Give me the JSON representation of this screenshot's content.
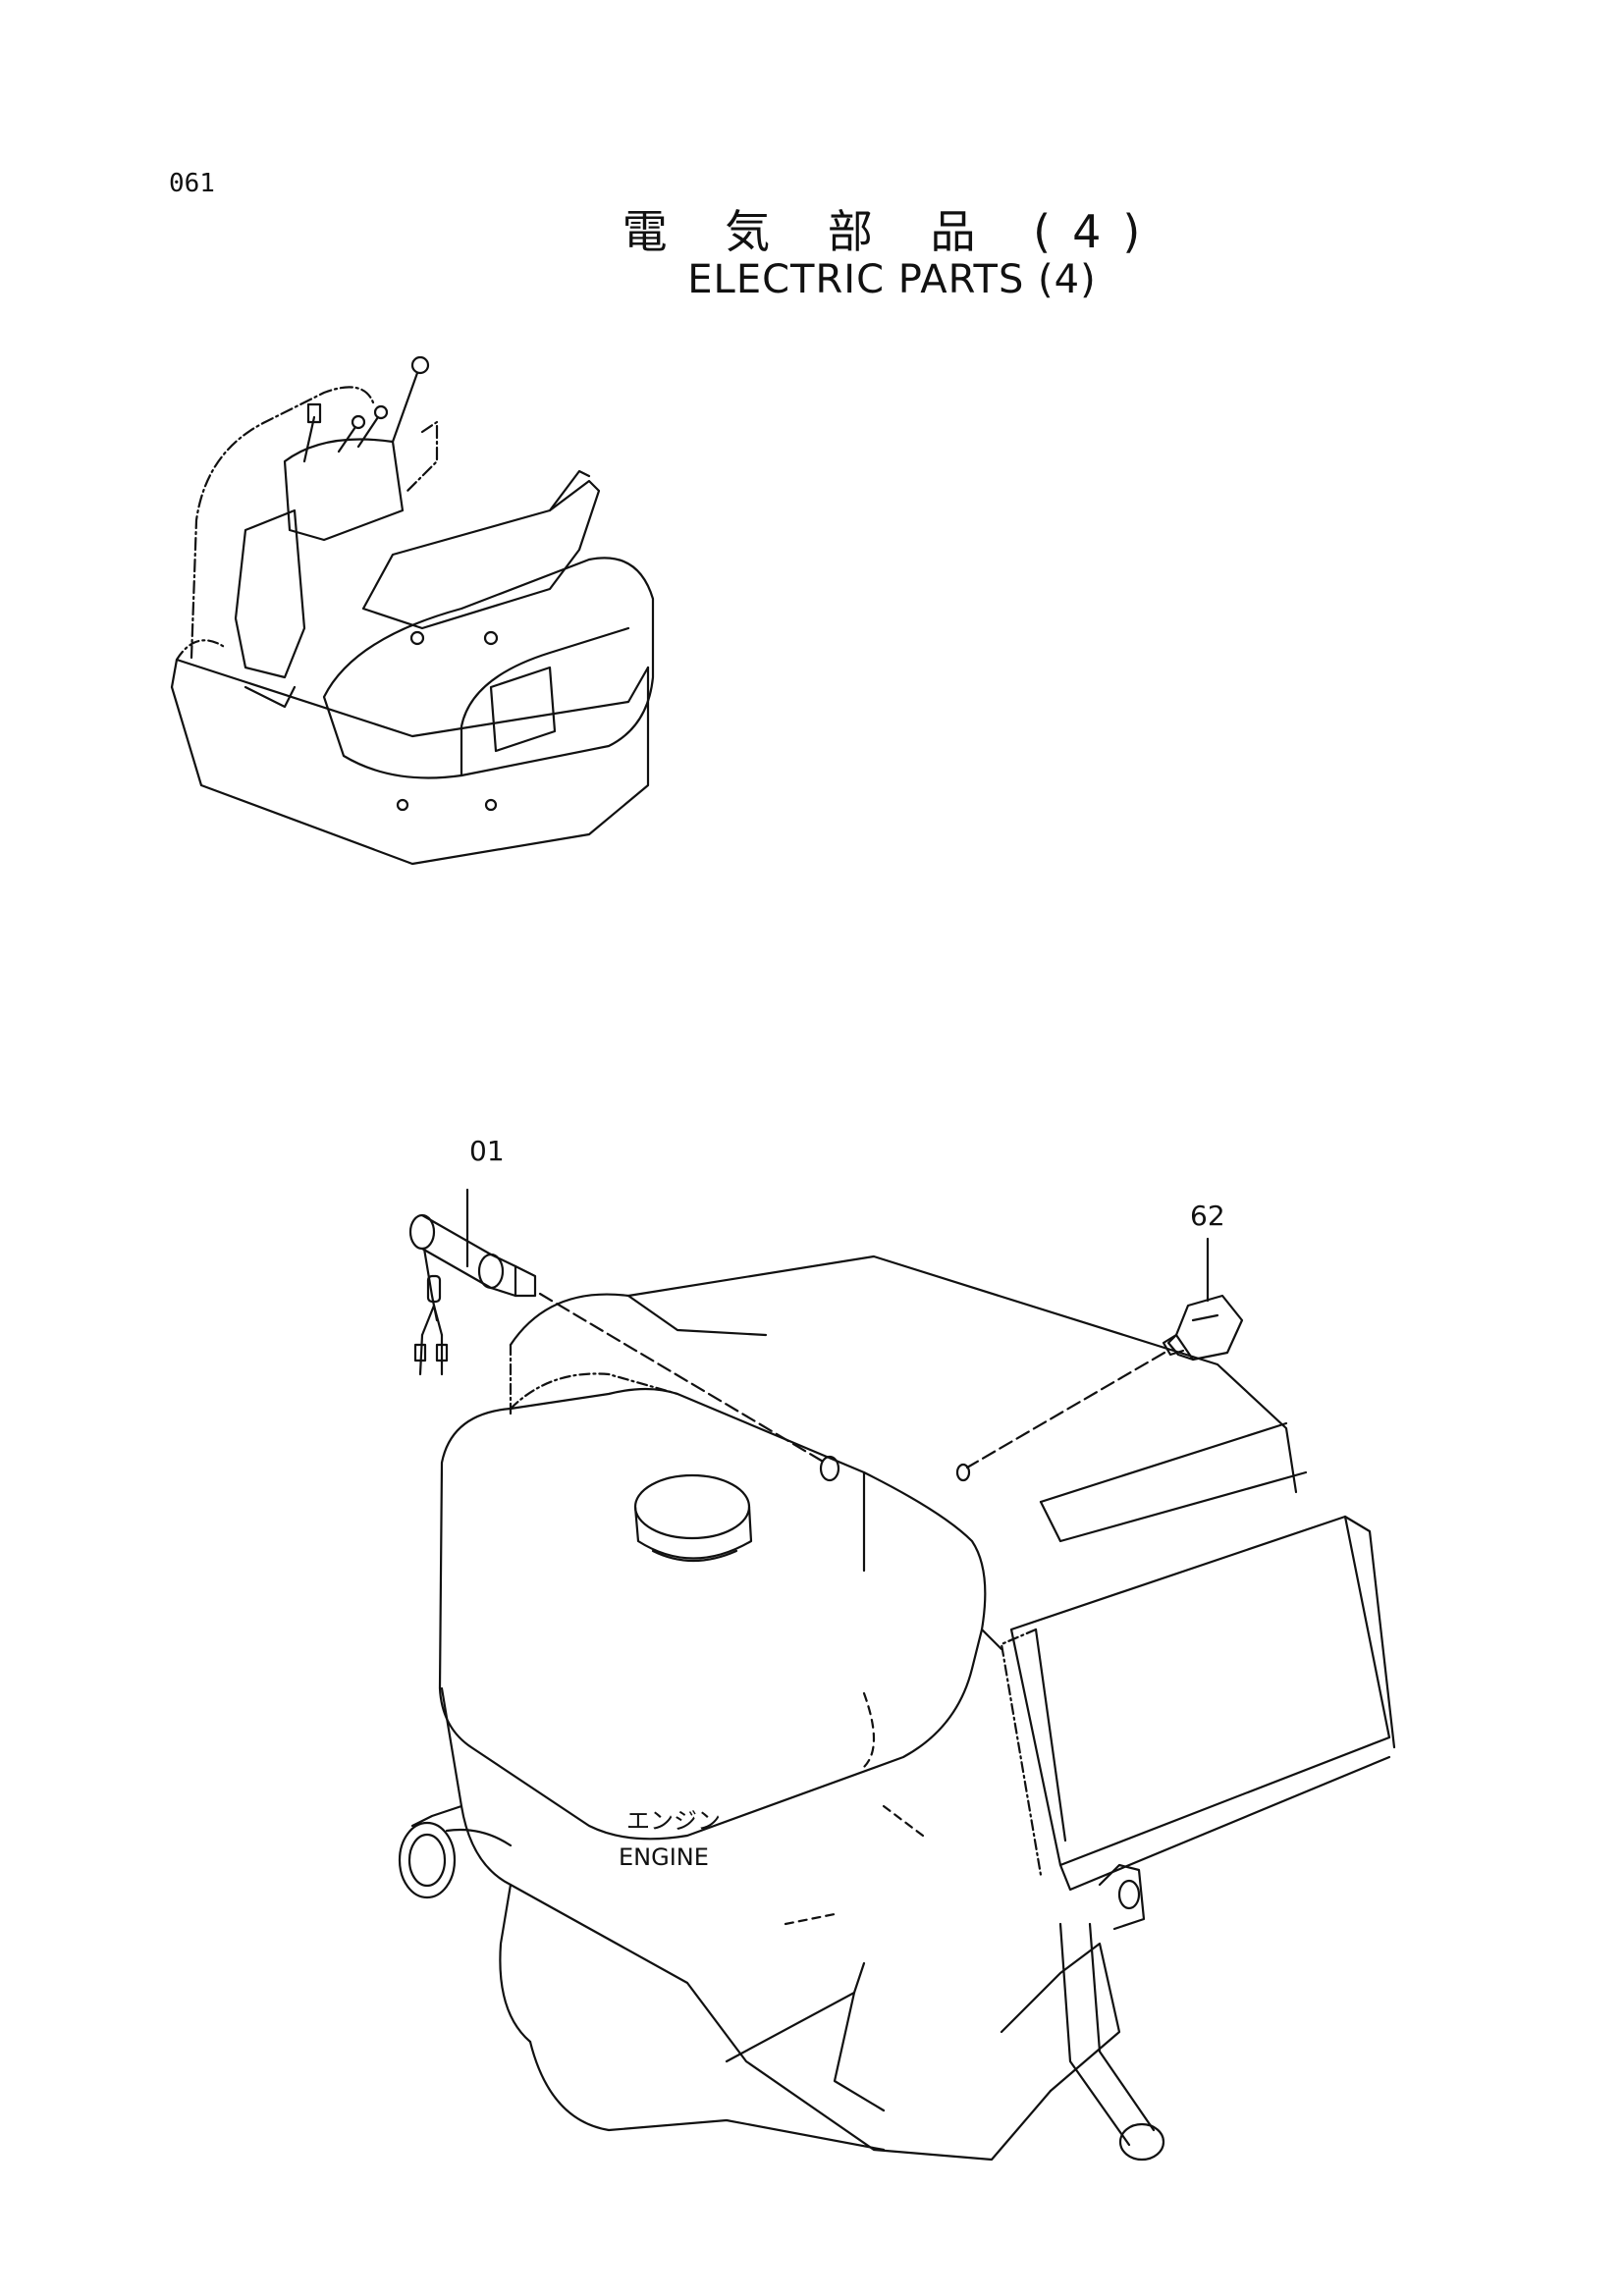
{
  "page": {
    "number": "061"
  },
  "title": {
    "jp": "電 気 部 品 (4)",
    "en": "ELECTRIC PARTS (4)"
  },
  "callouts": [
    {
      "id": "01"
    },
    {
      "id": "62"
    }
  ],
  "engine": {
    "label_jp": "エンジン",
    "label_en": "ENGINE"
  }
}
